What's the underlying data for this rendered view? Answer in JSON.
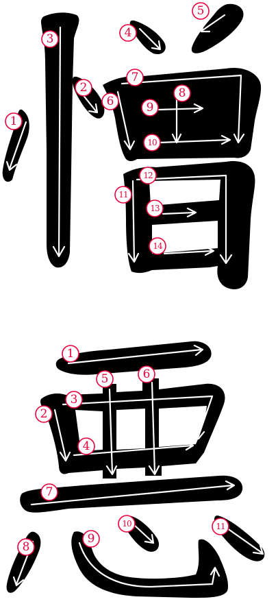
{
  "characters": [
    {
      "glyph": "憎",
      "stroke_labels": [
        "1",
        "2",
        "3",
        "4",
        "5",
        "6",
        "7",
        "8",
        "9",
        "10",
        "11",
        "12",
        "13",
        "14"
      ]
    },
    {
      "glyph": "悪",
      "stroke_labels": [
        "1",
        "2",
        "3",
        "4",
        "5",
        "6",
        "7",
        "8",
        "9",
        "10",
        "11"
      ]
    }
  ],
  "colors": {
    "ink": "#000000",
    "arrow": "#ffffff",
    "stroke_number": "#e8003c",
    "background": "#ffffff"
  }
}
